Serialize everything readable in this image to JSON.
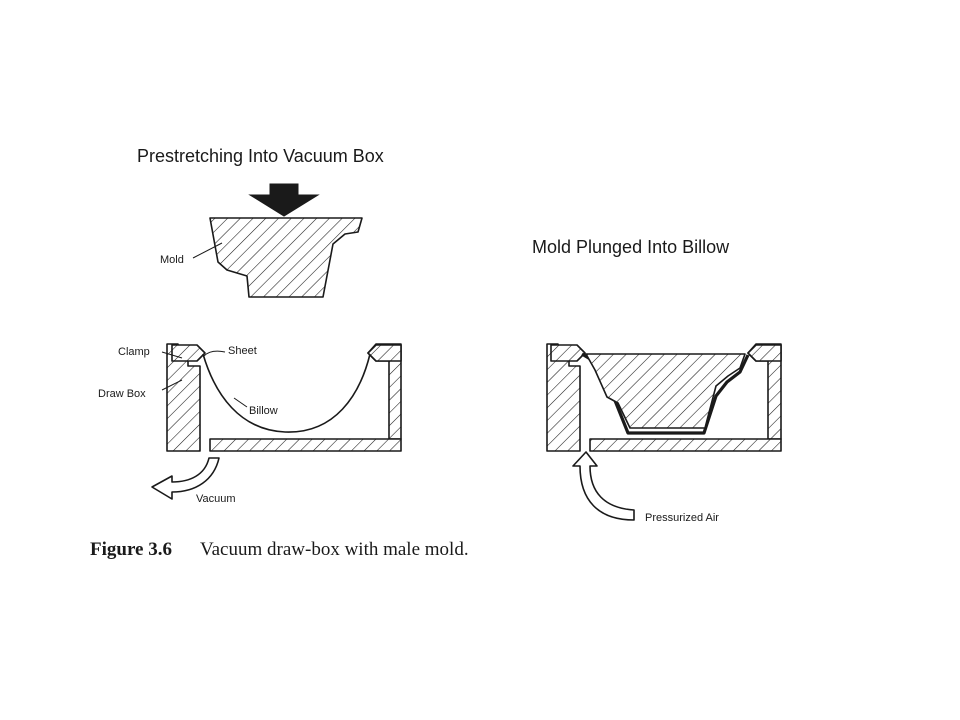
{
  "left_panel": {
    "title": "Prestretching Into Vacuum Box",
    "labels": {
      "mold": "Mold",
      "clamp": "Clamp",
      "sheet": "Sheet",
      "draw_box": "Draw Box",
      "billow": "Billow",
      "vacuum": "Vacuum"
    }
  },
  "right_panel": {
    "title": "Mold Plunged Into Billow",
    "labels": {
      "pressurized_air": "Pressurized Air"
    }
  },
  "caption": {
    "figure_number": "Figure 3.6",
    "text": "Vacuum draw-box with male mold."
  }
}
